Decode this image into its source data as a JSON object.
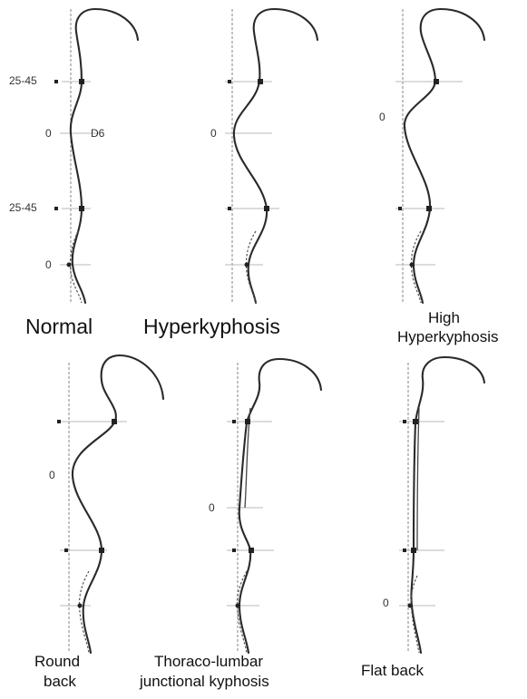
{
  "figure": {
    "panels": [
      {
        "label": "Normal",
        "annotations": [
          "25-45",
          "0",
          "D6",
          "25-45",
          "0"
        ]
      },
      {
        "label": "Hyperkyphosis",
        "annotations": [
          "0"
        ]
      },
      {
        "label_lines": [
          "High",
          "Hyperkyphosis"
        ],
        "annotations": [
          "0"
        ]
      },
      {
        "label_lines": [
          "Round",
          "back"
        ],
        "annotations": [
          "0"
        ]
      },
      {
        "label_lines": [
          "Thoraco-lumbar",
          "junctional kyphosis"
        ],
        "annotations": [
          "0"
        ]
      },
      {
        "label": "Flat back",
        "annotations": [
          "0"
        ]
      }
    ]
  }
}
